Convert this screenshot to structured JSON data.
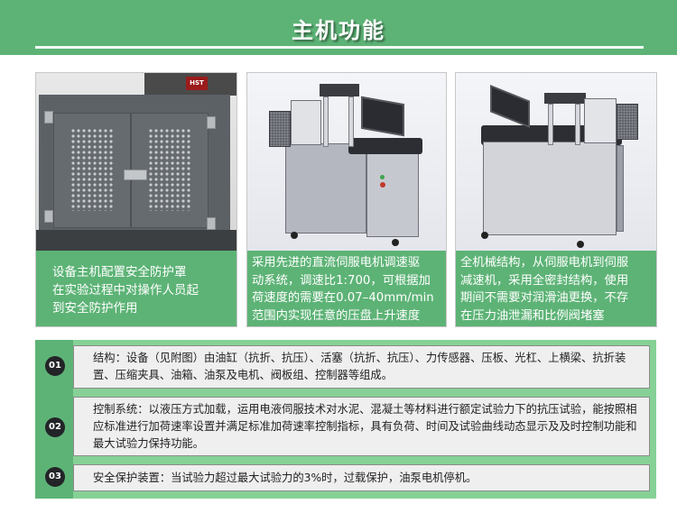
{
  "header": {
    "title": "主机功能",
    "bg_color": "#5db376"
  },
  "cards": [
    {
      "image_label": "设备主机安全防护罩照片",
      "logo_text": "HST",
      "caption": "设备主机配置安全防护罩在实验过程中对操作人员起到安全防护作用",
      "caption_lines": [
        "设备主机配置安全防护罩",
        "在实验过程中对操作人员起",
        "到安全防护作用"
      ]
    },
    {
      "image_label": "试验机三维模型图（正面）",
      "caption": "采用先进的直流伺服电机调速驱动系统，调速比1:700，可根据加荷速度的需要在0.07–40mm/min范围内实现任意的压盘上升速度",
      "caption_lines": [
        "采用先进的直流伺服电机调速驱",
        "动系统，调速比1:700，可根据加",
        "荷速度的需要在0.07–40mm/min",
        "范围内实现任意的压盘上升速度"
      ]
    },
    {
      "image_label": "试验机三维模型图（背面）",
      "caption": "全机械结构，从伺服电机到伺服减速机，采用全密封结构，使用期间不需要对润滑油更换，不存在压力油泄漏和比例阀堵塞",
      "caption_lines": [
        "全机械结构，从伺服电机到伺服",
        "减速机，采用全密封结构，使用",
        "期间不需要对润滑油更换，不存",
        "在压力油泄漏和比例阀堵塞"
      ]
    }
  ],
  "features": [
    {
      "number": "01",
      "text": "结构：设备（见附图）由油缸（抗折、抗压）、活塞（抗折、抗压）、力传感器、压板、光杠、上横梁、抗折装置、压缩夹具、油箱、油泵及电机、阀板组、控制器等组成。"
    },
    {
      "number": "02",
      "text": "控制系统：以液压方式加载，运用电液伺服技术对水泥、混凝土等材料进行额定试验力下的抗压试验，能按照相应标准进行加荷速率设置并满足标准加荷速率控制指标，具有负荷、时间及试验曲线动态显示及及时控制功能和最大试验力保持功能。"
    },
    {
      "number": "03",
      "text": "安全保护装置：当试验力超过最大试验力的3%时，过载保护，油泵电机停机。"
    }
  ],
  "colors": {
    "accent_green": "#5db376",
    "light_green": "#86d196",
    "row_bg": "#efefef",
    "badge_dark": "#222428"
  }
}
